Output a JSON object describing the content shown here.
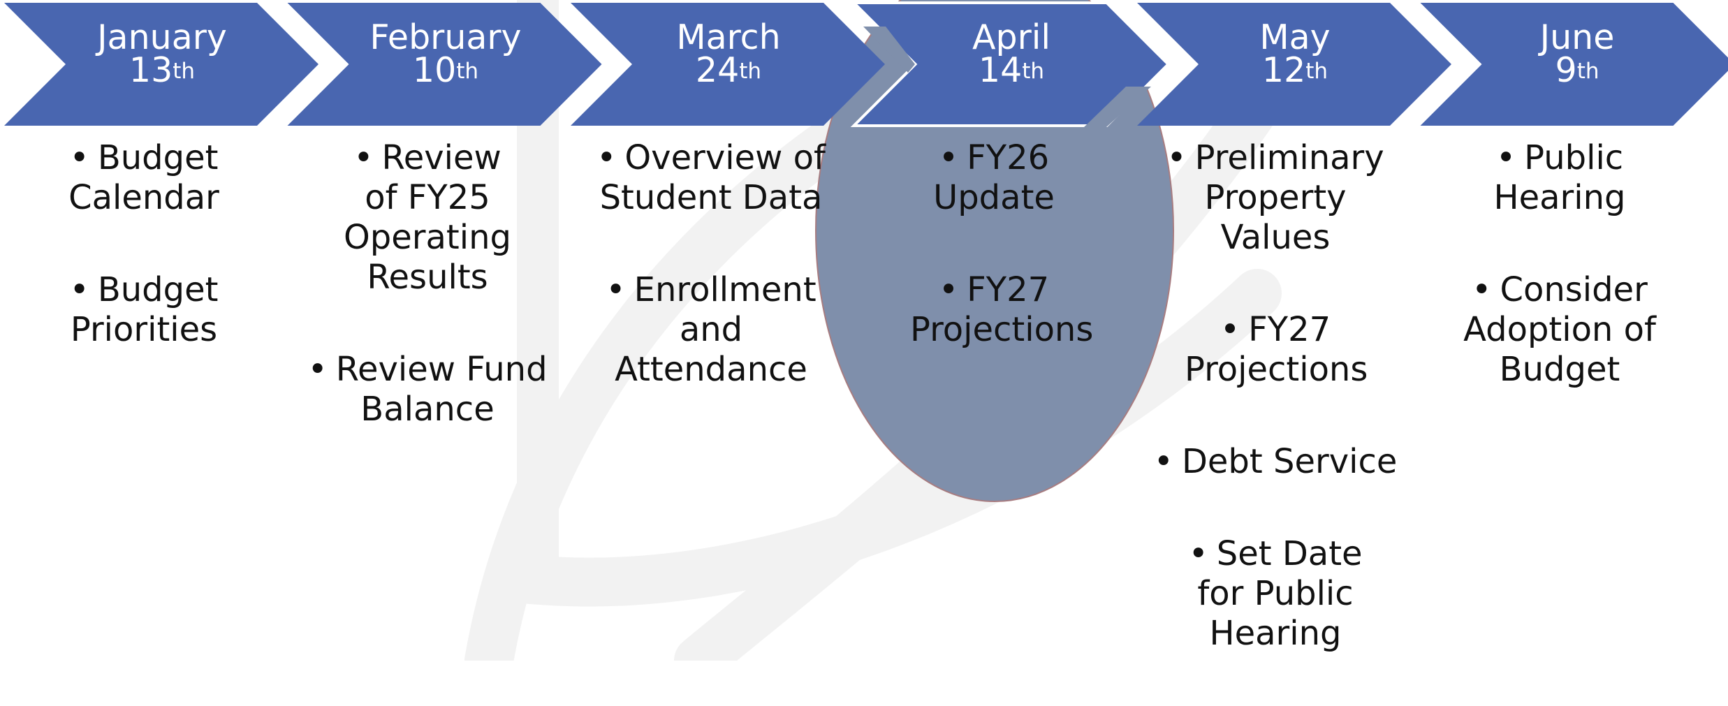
{
  "colors": {
    "chevron": "#4966b0",
    "chevron_edge": "#ffffff",
    "highlight": "#7f8fab",
    "highlight_edge": "#a77c80",
    "watermark": "#f2f2f2",
    "text": "#111111"
  },
  "timeline": [
    {
      "month": "January",
      "day": "13",
      "suffix": "th",
      "items": [
        "Budget Calendar",
        "Budget Priorities"
      ]
    },
    {
      "month": "February",
      "day": "10",
      "suffix": "th",
      "items": [
        "Review of FY25 Operating Results",
        "Review Fund Balance"
      ]
    },
    {
      "month": "March",
      "day": "24",
      "suffix": "th",
      "items": [
        "Overview of Student Data",
        "Enrollment and Attendance"
      ]
    },
    {
      "month": "April",
      "day": "14",
      "suffix": "th",
      "items": [
        "FY26 Update",
        "FY27 Projections"
      ]
    },
    {
      "month": "May",
      "day": "12",
      "suffix": "th",
      "items": [
        "Preliminary Property Values",
        "FY27 Projections",
        "Debt Service",
        "Set Date for Public Hearing"
      ]
    },
    {
      "month": "June",
      "day": "9",
      "suffix": "th",
      "items": [
        "Public Hearing",
        "Consider Adoption of Budget"
      ]
    }
  ]
}
